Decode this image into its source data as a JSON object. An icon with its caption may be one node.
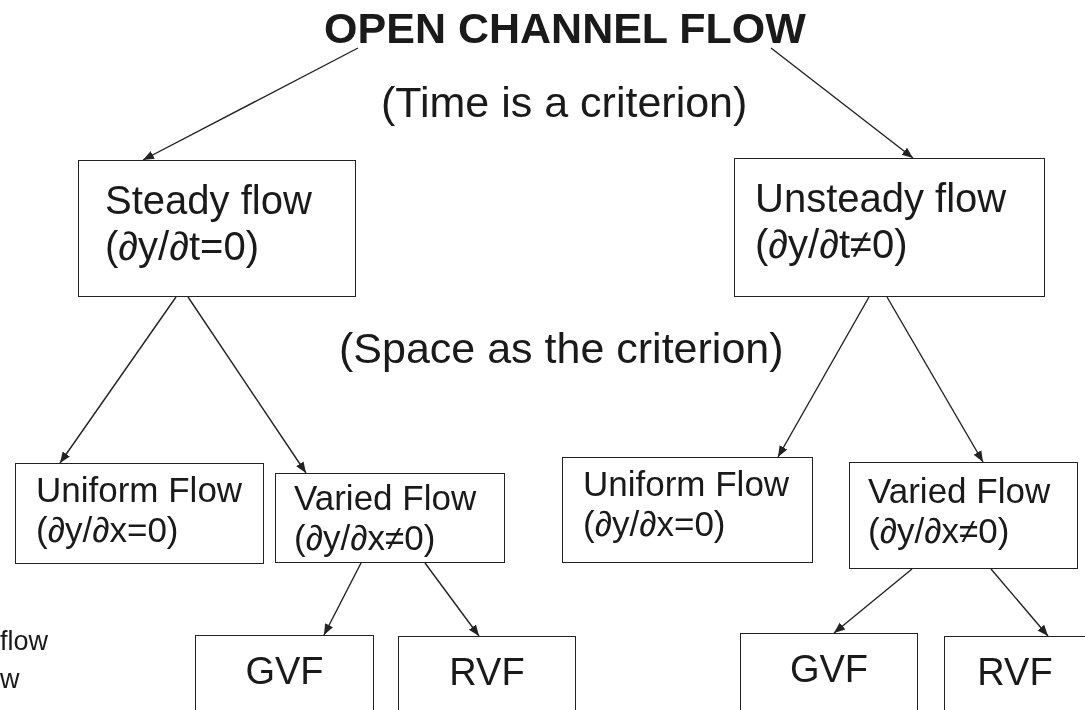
{
  "diagram": {
    "nodes": [
      {
        "text": [
          "OPEN CHANNEL FLOW"
        ]
      },
      {
        "text": [
          "Steady flow",
          "(∂y/∂t=0)"
        ]
      },
      {
        "text": [
          "Unsteady flow",
          "(∂y/∂t≠0)"
        ]
      },
      {
        "text": [
          "Uniform Flow",
          "(∂y/∂x=0)"
        ]
      },
      {
        "text": [
          "Varied Flow",
          "(∂y/∂x≠0)"
        ]
      },
      {
        "text": [
          "Uniform Flow",
          "(∂y/∂x=0)"
        ]
      },
      {
        "text": [
          "Varied Flow",
          "(∂y/∂x≠0)"
        ]
      },
      {
        "text": [
          "GVF"
        ]
      },
      {
        "text": [
          "RVF"
        ]
      },
      {
        "text": [
          "GVF"
        ]
      },
      {
        "text": [
          "RVF"
        ]
      }
    ],
    "edges": [
      {
        "from": 0,
        "to": 1,
        "arrow": "to"
      },
      {
        "from": 0,
        "to": 2,
        "arrow": "to"
      },
      {
        "from": 1,
        "to": 3,
        "arrow": "to"
      },
      {
        "from": 1,
        "to": 4,
        "arrow": "to"
      },
      {
        "from": 2,
        "to": 5,
        "arrow": "to"
      },
      {
        "from": 2,
        "to": 6,
        "arrow": "to"
      },
      {
        "from": 4,
        "to": 7,
        "arrow": "to"
      },
      {
        "from": 4,
        "to": 8,
        "arrow": "to"
      },
      {
        "from": 6,
        "to": 9,
        "arrow": "to"
      },
      {
        "from": 6,
        "to": 10,
        "arrow": "to"
      }
    ],
    "labels": [
      "(Time is a criterion)",
      "(Space as the criterion)",
      "flow",
      "w"
    ]
  }
}
